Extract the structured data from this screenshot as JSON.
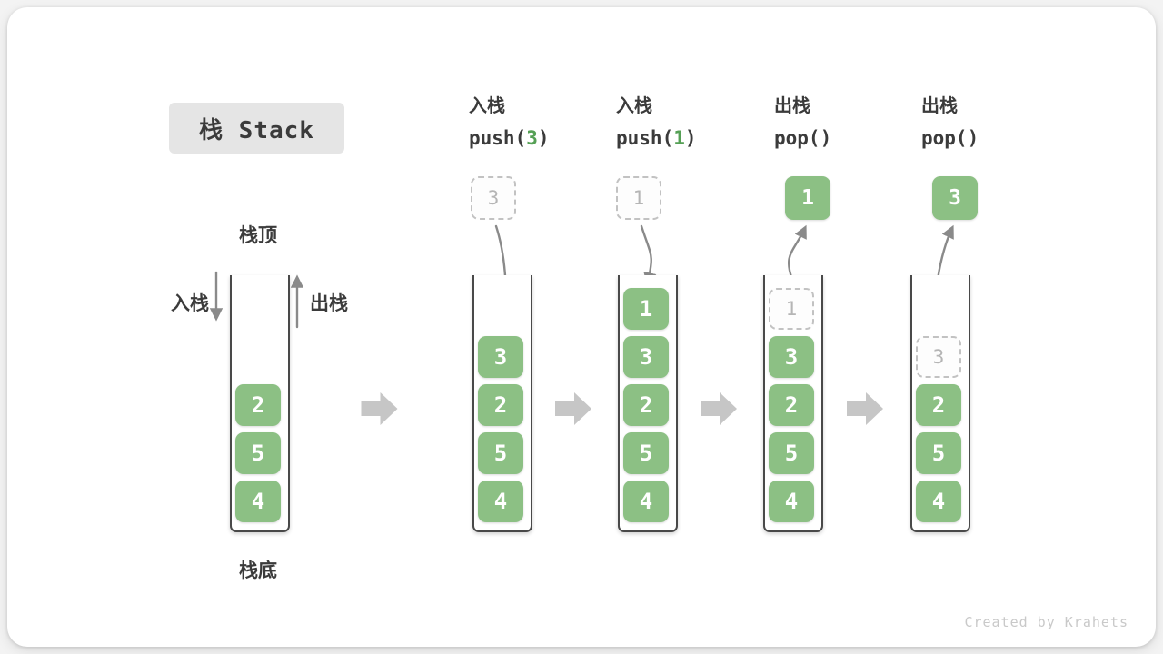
{
  "title": "栈 Stack",
  "legend": {
    "top": "栈顶",
    "bottom": "栈底",
    "push_label": "入栈",
    "pop_label": "出栈"
  },
  "base_stack": {
    "cells": [
      "2",
      "5",
      "4"
    ]
  },
  "steps": [
    {
      "op": "push",
      "label": "入栈",
      "code": {
        "pre": "push(",
        "arg": "3",
        "post": ")"
      },
      "moving_value": "3",
      "moving_style": "dashed",
      "cells": [
        "3",
        "2",
        "5",
        "4"
      ],
      "ghost": null
    },
    {
      "op": "push",
      "label": "入栈",
      "code": {
        "pre": "push(",
        "arg": "1",
        "post": ")"
      },
      "moving_value": "1",
      "moving_style": "dashed",
      "cells": [
        "1",
        "3",
        "2",
        "5",
        "4"
      ],
      "ghost": null
    },
    {
      "op": "pop",
      "label": "出栈",
      "code": {
        "pre": "pop(",
        "arg": "",
        "post": ")"
      },
      "moving_value": "1",
      "moving_style": "solid",
      "cells": [
        "3",
        "2",
        "5",
        "4"
      ],
      "ghost": "1"
    },
    {
      "op": "pop",
      "label": "出栈",
      "code": {
        "pre": "pop(",
        "arg": "",
        "post": ")"
      },
      "moving_value": "3",
      "moving_style": "solid",
      "cells": [
        "2",
        "5",
        "4"
      ],
      "ghost": "3"
    }
  ],
  "footer": "Created by Krahets",
  "colors": {
    "cell_green": "#8cc084",
    "code_green": "#55a055",
    "ink": "#3b3b3b",
    "ghost_border": "#c2c2c2",
    "ghost_text": "#b5b5b5",
    "block_arrow": "#c6c6c6",
    "curve_arrow": "#8a8a8a",
    "container_border": "#494949",
    "title_bg": "#e5e5e5",
    "footer_text": "#c9c9c9"
  }
}
